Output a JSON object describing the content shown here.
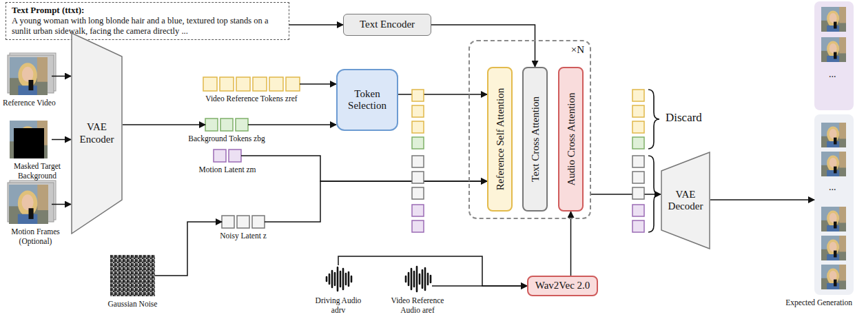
{
  "diagram": {
    "nodes": [
      {
        "text": [
          "Text Prompt (ttxt):",
          "A young woman with long blonde hair and a blue, textured top stands on a sunlit urban sidewalk, facing the camera directly ..."
        ]
      },
      {
        "text": [
          "Text Encoder"
        ]
      },
      {
        "text": [
          "Reference Video"
        ]
      },
      {
        "text": [
          "VAE Encoder"
        ]
      },
      {
        "text": [
          "Video Reference Tokens zref"
        ]
      },
      {
        "text": [
          "Token Selection"
        ]
      },
      {
        "text": [
          "×N"
        ]
      },
      {
        "text": [
          "Reference Self Attention"
        ],
        "in": 6
      },
      {
        "text": [
          "Text Cross Attention"
        ],
        "in": 6
      },
      {
        "text": [
          "Audio Cross Attention"
        ],
        "in": 6
      },
      {
        "text": [
          "Background Tokens zbg"
        ]
      },
      {
        "text": [
          "Masked Target Background"
        ]
      },
      {
        "text": [
          "Motion Latent zm"
        ]
      },
      {
        "text": [
          "Motion Frames (Optional)"
        ]
      },
      {
        "text": [
          "Noisy Latent z"
        ]
      },
      {
        "text": [
          "VAE Decoder"
        ]
      },
      {
        "text": [
          "Gaussian Noise"
        ]
      },
      {
        "text": [
          "Driving Audio adrv"
        ]
      },
      {
        "text": [
          "Video Reference Audio aref"
        ]
      },
      {
        "text": [
          "Wav2Vec 2.0"
        ]
      },
      {
        "text": [
          "Expected Generation"
        ]
      }
    ],
    "edges": [
      {
        "from": 0,
        "to": 1,
        "arrow": "to"
      },
      {
        "from": 1,
        "to": 8,
        "arrow": "to"
      },
      {
        "from": 2,
        "to": 3,
        "arrow": "to"
      },
      {
        "from": 11,
        "to": 3,
        "arrow": "to"
      },
      {
        "from": 13,
        "to": 3,
        "arrow": "to"
      },
      {
        "from": 3,
        "to": 10,
        "arrow": "to"
      },
      {
        "from": 4,
        "to": 5,
        "arrow": "to"
      },
      {
        "from": 10,
        "to": 5,
        "arrow": "to"
      },
      {
        "from": 5,
        "to": 7,
        "arrow": "to"
      },
      {
        "from": 12,
        "to": 7,
        "arrow": "to"
      },
      {
        "from": 14,
        "to": 7,
        "arrow": "to"
      },
      {
        "from": 16,
        "to": 14,
        "arrow": "to"
      },
      {
        "from": 6,
        "to": 15,
        "arrow": "to"
      },
      {
        "from": 15,
        "to": 20,
        "arrow": "to"
      },
      {
        "from": 17,
        "to": 19,
        "arrow": "to"
      },
      {
        "from": 18,
        "to": 19,
        "arrow": "to"
      },
      {
        "from": 19,
        "to": 9,
        "arrow": "to"
      }
    ],
    "labels": [
      "Discard",
      "...",
      "..."
    ]
  }
}
